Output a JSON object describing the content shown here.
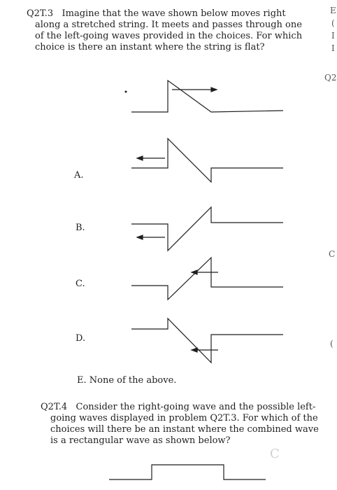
{
  "q3": {
    "number": "Q2T.3",
    "lines": [
      "Imagine that the wave shown below moves right",
      "along a stretched string. It meets and passes through one",
      "of the left-going waves provided in the choices. For which",
      "choice is there an instant where the string is flat?"
    ]
  },
  "choices": {
    "a": "A.",
    "b": "B.",
    "c": "C.",
    "d": "D.",
    "e": "E.  None of the above."
  },
  "q4": {
    "number": "Q2T.4",
    "lines": [
      "Consider the right-going wave and the possible left-",
      "going waves displayed in problem Q2T.3. For which of the",
      "choices will there be an instant where the combined wave",
      "is a rectangular wave as shown below?"
    ]
  },
  "edge_marks": {
    "top_right_1": "E",
    "top_right_2": "(",
    "top_right_3": "I",
    "top_right_4": "I",
    "q2_mark": "Q2",
    "mark_c1": "C",
    "mark_c2": "(",
    "pencil_c": "C"
  }
}
